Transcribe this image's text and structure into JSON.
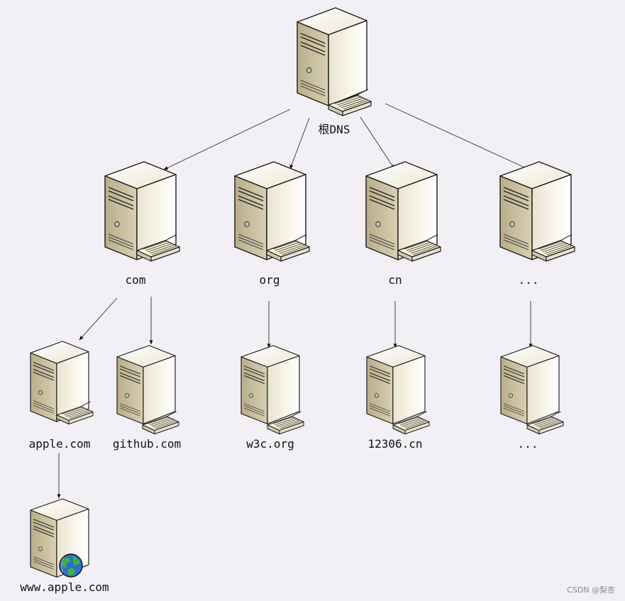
{
  "nodes": {
    "root": "根DNS",
    "com": "com",
    "org": "org",
    "cn": "cn",
    "more_tld": "...",
    "apple": "apple.com",
    "github": "github.com",
    "w3c": "w3c.org",
    "12306": "12306.cn",
    "more_sub": "...",
    "www_apple": "www.apple.com"
  },
  "watermark": "CSDN @梨杏"
}
